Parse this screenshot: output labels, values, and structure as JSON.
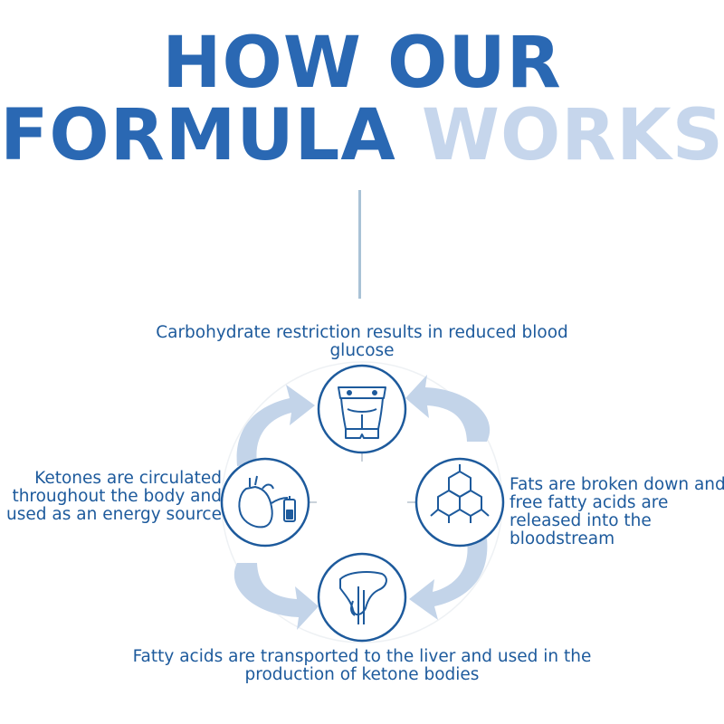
{
  "title": {
    "line1": "HOW OUR",
    "line2_dark": "FORMULA",
    "line2_light": "WORKS"
  },
  "colors": {
    "dark_blue": "#2a68b3",
    "light_blue": "#c6d6ec",
    "text_blue": "#1d5a9c",
    "arrow_blue": "#c3d4e9"
  },
  "steps": [
    {
      "text": "Carbohydrate restriction results in reduced blood glucose",
      "icon": "torso-icon"
    },
    {
      "text": "Fats are broken down and free fatty acids are released into the bloodstream",
      "icon": "hexagon-molecule-icon"
    },
    {
      "text": "Fatty acids are transported to the liver and used in the production of ketone bodies",
      "icon": "liver-icon"
    },
    {
      "text": "Ketones are circulated throughout the body and used as an energy source",
      "icon": "heart-iv-bag-icon"
    }
  ]
}
